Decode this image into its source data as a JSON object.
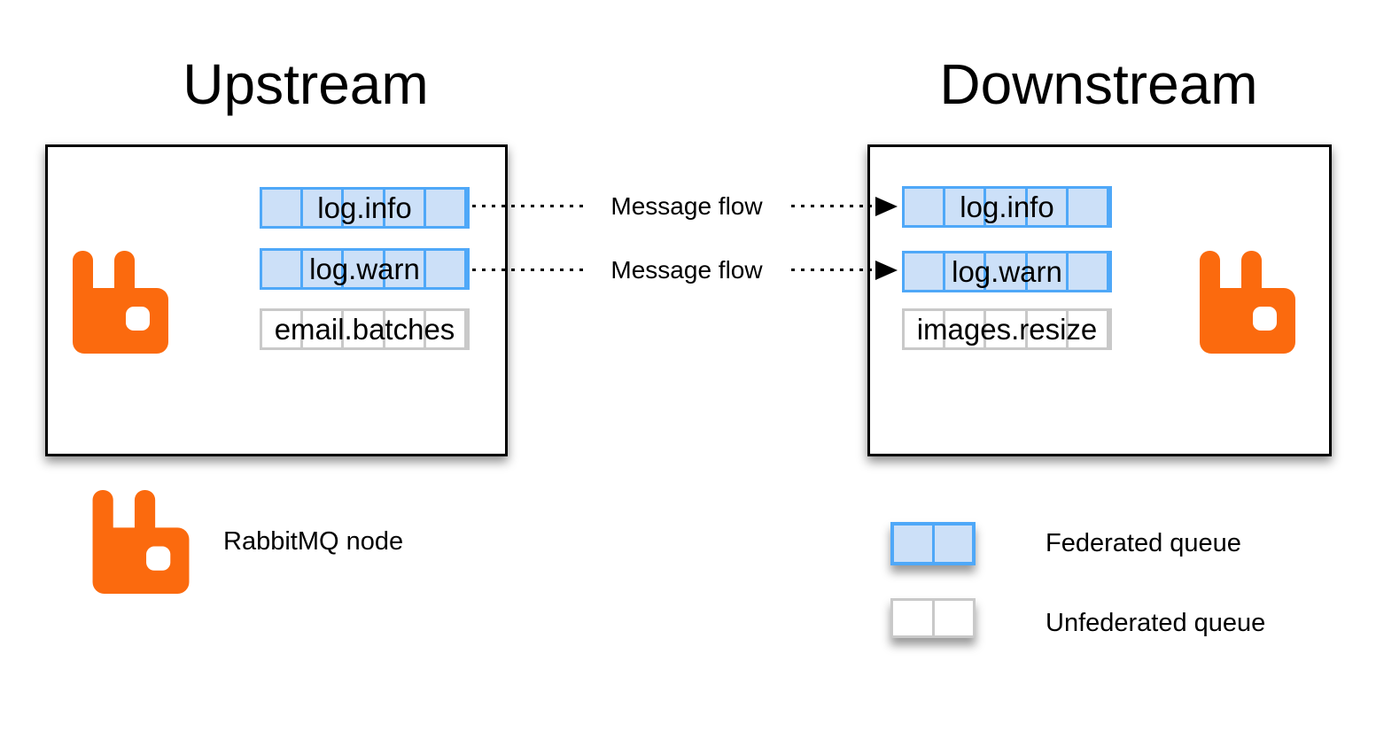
{
  "colors": {
    "federated_border": "#4fa8f8",
    "federated_fill": "#cce0f8",
    "unfederated_border": "#c9c9c9",
    "unfederated_fill": "#ffffff",
    "rabbit_orange": "#fb6a0e",
    "node_border": "#000000",
    "flow_color": "#000000"
  },
  "upstream": {
    "title": "Upstream",
    "queues": [
      {
        "label": "log.info",
        "type": "federated"
      },
      {
        "label": "log.warn",
        "type": "federated"
      },
      {
        "label": "email.batches",
        "type": "unfederated"
      }
    ]
  },
  "downstream": {
    "title": "Downstream",
    "queues": [
      {
        "label": "log.info",
        "type": "federated"
      },
      {
        "label": "log.warn",
        "type": "federated"
      },
      {
        "label": "images.resize",
        "type": "unfederated"
      }
    ]
  },
  "flows": [
    {
      "label": "Message flow"
    },
    {
      "label": "Message flow"
    }
  ],
  "legend": {
    "node": {
      "label": "RabbitMQ node"
    },
    "federated": {
      "label": "Federated queue"
    },
    "unfederated": {
      "label": "Unfederated queue"
    }
  }
}
